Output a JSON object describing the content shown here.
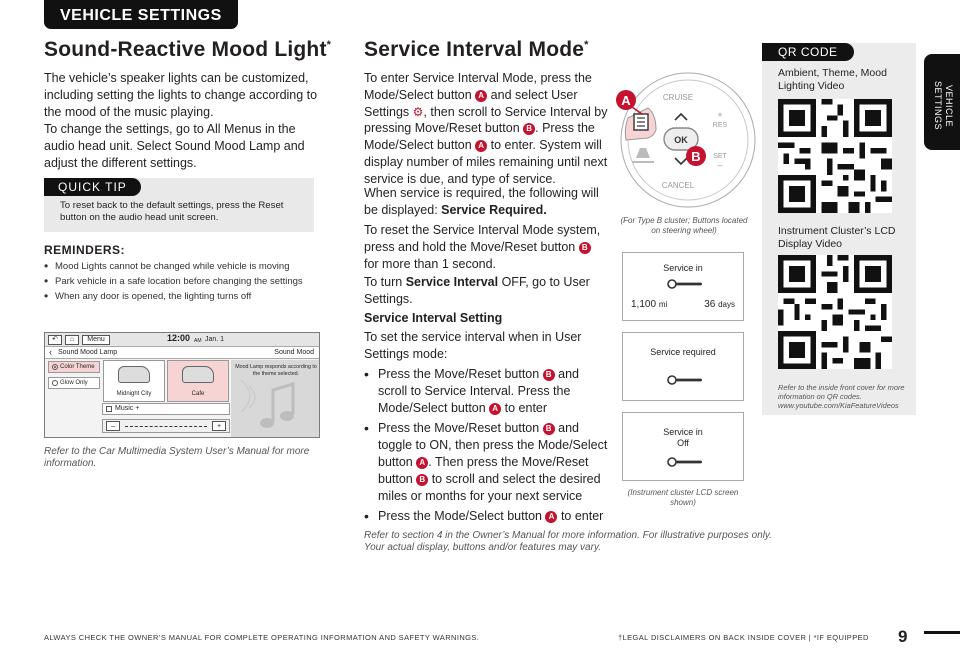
{
  "section_tab": "VEHICLE SETTINGS",
  "side_tab": "VEHICLE SETTINGS",
  "left": {
    "title": "Sound-Reactive Mood Light",
    "title_sup": "*",
    "para1": "The vehicle’s speaker lights can be customized, including setting the lights to change according to the mood of the music playing.",
    "para2": "To change the settings, go to All Menus in the audio head unit. Select Sound Mood Lamp and adjust the different settings.",
    "quick_tip": {
      "label": "QUICK TIP",
      "text": "To reset back to the default settings, press the Reset button on the audio head unit screen."
    },
    "reminders": {
      "heading": "REMINDERS:",
      "items": [
        "Mood Lights cannot be changed while vehicle is moving",
        "Park vehicle in a safe location before changing the settings",
        "When any door is opened, the lighting turns off"
      ]
    },
    "head_unit": {
      "menu": "Menu",
      "time": "12:00",
      "ampm": "AM",
      "date": "Jan. 1",
      "screen_title": "Sound Mood Lamp",
      "sound_mood": "Sound Mood",
      "options": [
        "Color Theme",
        "Glow Only"
      ],
      "tiles": [
        "Midnight City",
        "Cafe"
      ],
      "note": "Mood Lamp responds according to the theme selected.",
      "music_checkbox": "Music +",
      "minus": "–",
      "plus": "+"
    },
    "caption": "Refer to the Car Multimedia System User’s Manual for more information."
  },
  "middle": {
    "title": "Service Interval Mode",
    "title_sup": "*",
    "p1": {
      "a": "To enter Service Interval Mode, press the Mode/Select button ",
      "b": " and select User Settings ",
      "c": ", then scroll to Service Interval by pressing Move/Reset button ",
      "d": ". Press the Mode/Select button ",
      "e": " to enter. System will display number of miles remaining until next service is due, and type of service."
    },
    "p2": "When service is required, the following will be displayed: ",
    "p2_bold": "Service Required.",
    "p3a": "To reset the Service Interval Mode system, press and hold the Move/Reset button ",
    "p3b": " for more than 1 second.",
    "p4a": "To turn ",
    "p4_bold": "Service Interval",
    "p4b": " OFF, go to User Settings.",
    "subhead": "Service Interval Setting",
    "p5": "To set the service interval when in User Settings mode:",
    "bullets": [
      {
        "a": "Press the Move/Reset button ",
        "b": " and scroll to Service Interval. Press the Mode/Select button ",
        "c": " to enter",
        "d": "",
        "e": ""
      },
      {
        "a": "Press the Move/Reset button ",
        "b": " and toggle to ON, then press the Mode/Select button ",
        "c": ". Then press the Move/Reset button ",
        "d": " to scroll and select the desired miles or months for your next service",
        "e": ""
      },
      {
        "a": "Press the Mode/Select button ",
        "b": " to enter",
        "c": "",
        "d": "",
        "e": ""
      }
    ],
    "bottom_caption": "Refer to section 4 in the Owner’s Manual for more information. For illustrative purposes only. Your actual display, buttons and/or features may vary."
  },
  "badges": {
    "a": "A",
    "b": "B"
  },
  "wheel": {
    "cruise": "CRUISE",
    "res": "RES",
    "set": "SET",
    "cancel": "CANCEL",
    "ok": "OK",
    "plus": "+",
    "minus": "–",
    "caption": "(For Type B cluster; Buttons located on steering wheel)"
  },
  "cluster": {
    "screen1_title": "Service in",
    "screen1_miles": "1,100",
    "screen1_miles_unit": "mi",
    "screen1_days": "36",
    "screen1_days_unit": "days",
    "screen2_title": "Service required",
    "screen3_title_line1": "Service in",
    "screen3_title_line2": "Off",
    "caption": "(Instrument cluster LCD screen shown)"
  },
  "qr": {
    "label": "QR CODE",
    "title1": "Ambient, Theme, Mood Lighting Video",
    "title2": "Instrument Cluster’s LCD Display Video",
    "note": "Refer to the inside front cover for more information on QR codes. www.youtube.com/KiaFeatureVideos"
  },
  "footer": {
    "left": "ALWAYS CHECK THE OWNER’S MANUAL FOR COMPLETE OPERATING INFORMATION AND SAFETY WARNINGS.",
    "right": "†LEGAL DISCLAIMERS ON BACK INSIDE COVER  |  *IF EQUIPPED",
    "page": "9"
  },
  "colors": {
    "accent": "#c4122f",
    "tab": "#111111",
    "panel": "#ececec"
  }
}
